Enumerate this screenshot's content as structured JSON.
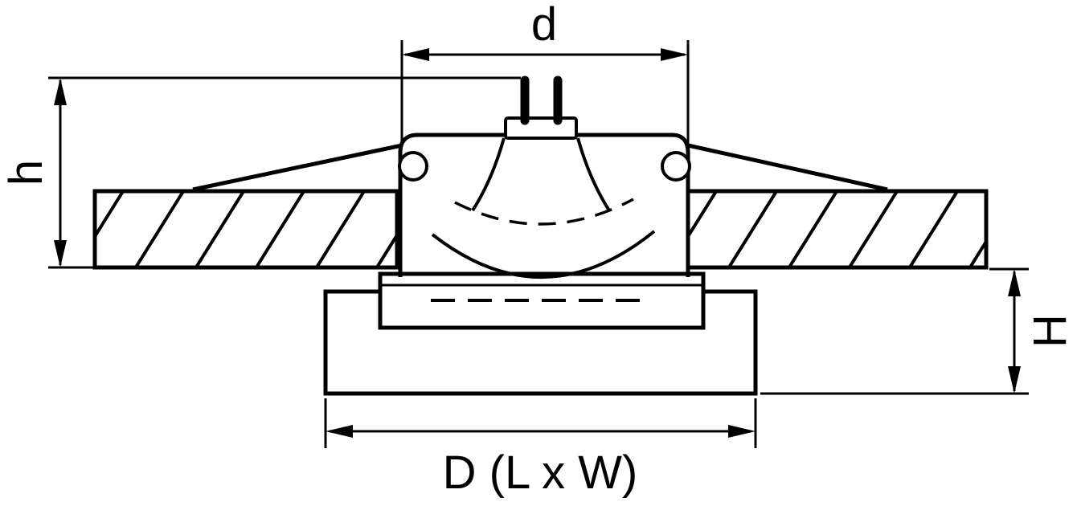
{
  "diagram": {
    "type": "technical-dimension-drawing",
    "subject": "recessed-spotlight-cross-section",
    "background_color": "#ffffff",
    "line_color": "#000000",
    "labels": {
      "diameter_top": "d",
      "height_left": "h",
      "height_right": "H",
      "diameter_bottom": "D (L x W)"
    }
  }
}
